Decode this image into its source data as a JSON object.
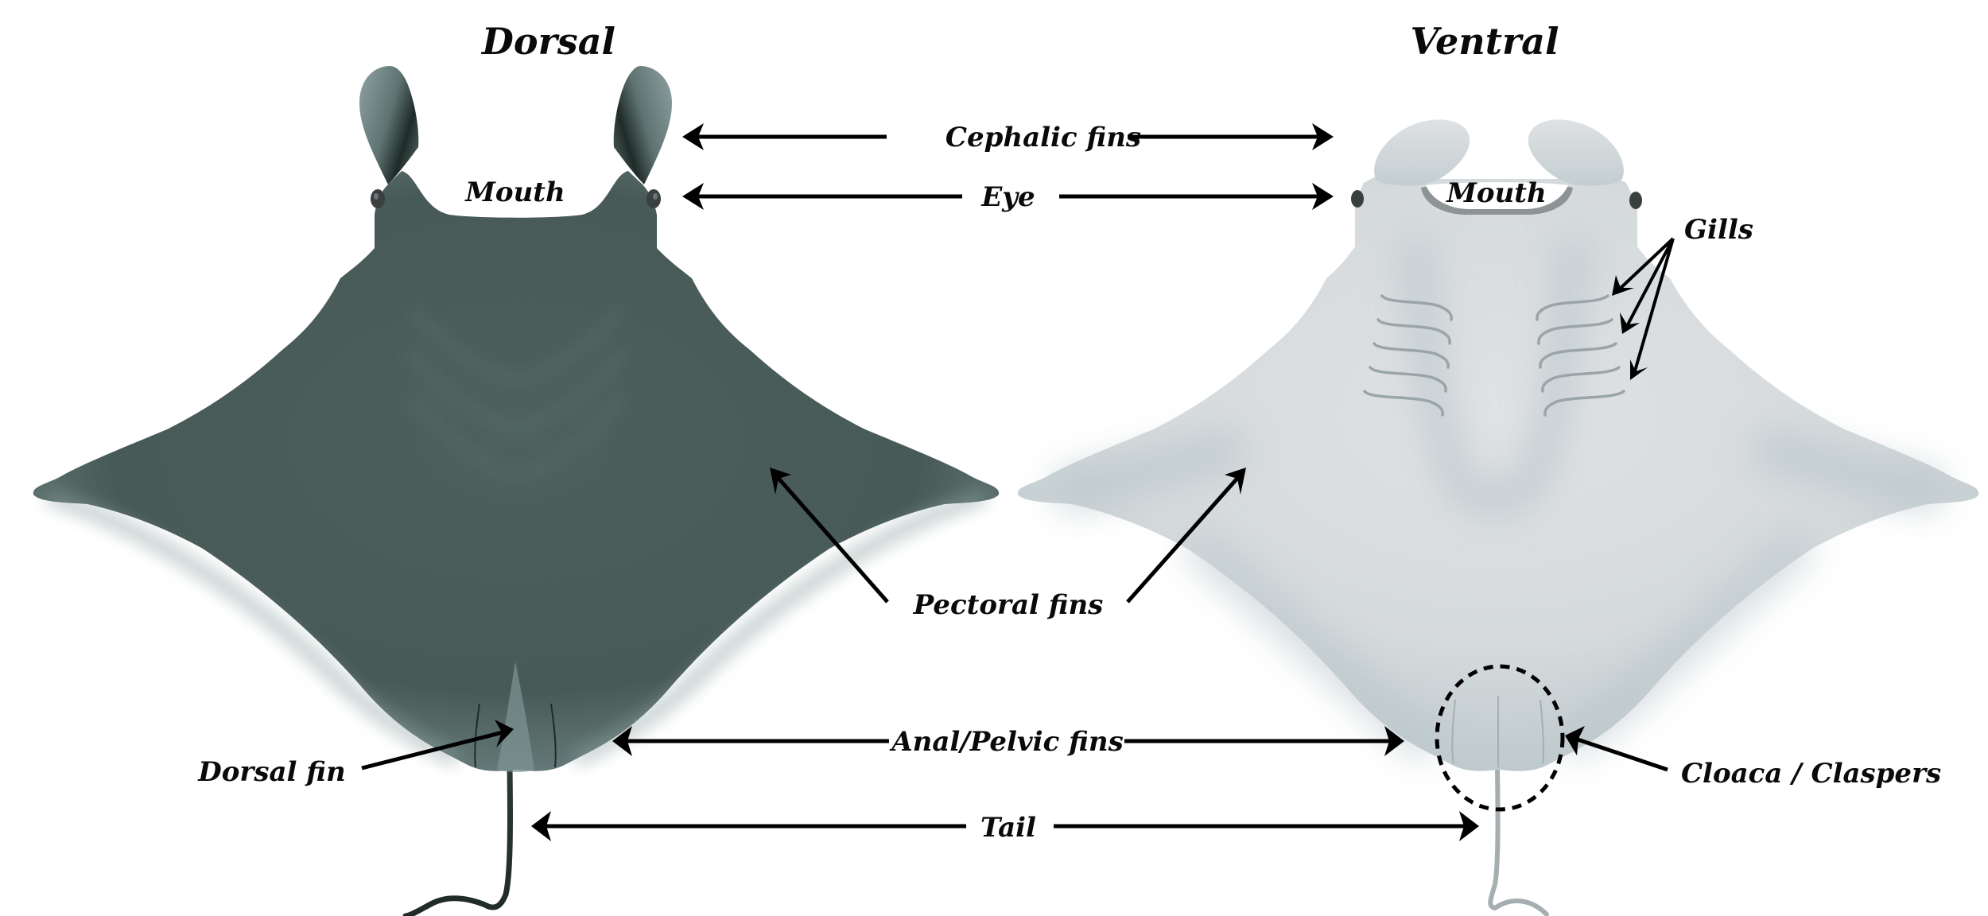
{
  "diagram": {
    "subject": "Manta ray anatomy",
    "views": [
      {
        "id": "dorsal",
        "title": "Dorsal",
        "body_color": "#4a5c59",
        "highlight_color": "#8ea3a2",
        "dark_shade": "#1f2b28"
      },
      {
        "id": "ventral",
        "title": "Ventral",
        "body_color": "#dfe1e3",
        "shade_color": "#b9c6ca"
      }
    ],
    "labels": {
      "dorsal_title": "Dorsal",
      "ventral_title": "Ventral",
      "cephalic_fins": "Cephalic fins",
      "eye": "Eye",
      "mouth_dorsal": "Mouth",
      "mouth_ventral": "Mouth",
      "gills": "Gills",
      "pectoral_fins": "Pectoral fins",
      "dorsal_fin": "Dorsal fin",
      "anal_pelvic_fins": "Anal/Pelvic fins",
      "cloaca_claspers": "Cloaca / Claspers",
      "tail": "Tail"
    },
    "annotations": [
      {
        "label": "Cephalic fins",
        "points_to": [
          "dorsal",
          "ventral"
        ],
        "type": "double-arrow"
      },
      {
        "label": "Eye",
        "points_to": [
          "dorsal",
          "ventral"
        ],
        "type": "double-arrow"
      },
      {
        "label": "Mouth",
        "points_to": [
          "dorsal"
        ],
        "type": "inline"
      },
      {
        "label": "Mouth",
        "points_to": [
          "ventral"
        ],
        "type": "inline"
      },
      {
        "label": "Gills",
        "points_to": [
          "ventral"
        ],
        "type": "triple-arrow"
      },
      {
        "label": "Pectoral fins",
        "points_to": [
          "dorsal",
          "ventral"
        ],
        "type": "double-arrow"
      },
      {
        "label": "Dorsal fin",
        "points_to": [
          "dorsal"
        ],
        "type": "arrow"
      },
      {
        "label": "Anal/Pelvic fins",
        "points_to": [
          "dorsal",
          "ventral"
        ],
        "type": "double-arrow"
      },
      {
        "label": "Cloaca / Claspers",
        "points_to": [
          "ventral"
        ],
        "type": "arrow-with-dashed-circle"
      },
      {
        "label": "Tail",
        "points_to": [
          "dorsal",
          "ventral"
        ],
        "type": "double-arrow"
      }
    ],
    "colors": {
      "text": "#0a0a0a",
      "arrows": "#000000",
      "gill_slits": "#9aa5a8",
      "background": "#ffffff"
    }
  }
}
